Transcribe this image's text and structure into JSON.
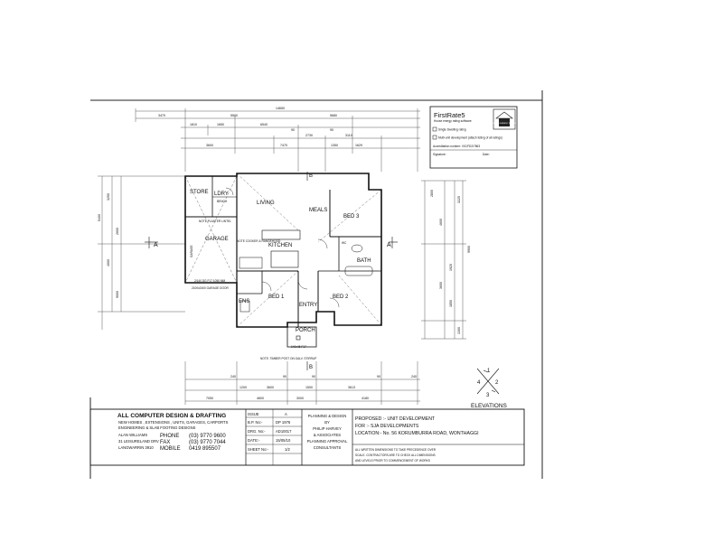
{
  "firstrate": {
    "title": "FirstRate5",
    "subtitle": "House energy rating software",
    "option1": "Single Dwelling rating",
    "option2": "Multi-unit development (attach listing of all ratings)",
    "accreditation": "Accreditation number: VIC/FD2/7863",
    "signature_label": "Signature:",
    "date_label": "Date:",
    "stamp_text": "HOUSE ENERGY RATING"
  },
  "rooms": {
    "store": "STORE",
    "ldry": "LDRY",
    "bench": "BENCH",
    "living": "LIVING",
    "meals": "MEALS",
    "bed3": "BED 3",
    "kitchen": "KITCHEN",
    "garage": "GARAGE",
    "garage_side": "GARAGE",
    "bath": "BATH",
    "bed1": "BED 1",
    "bed2": "BED 2",
    "entry": "ENTRY",
    "ens": "ENS",
    "porch": "PORCH",
    "wc": "WC"
  },
  "notes": {
    "plaster": "NOTE PLASTER LINTEL",
    "cooker": "NOTE COOKER & RANGEHOOD",
    "timber_post": "NOTE: TIMBER POST ON GALV. STIRRUP",
    "garage_door": "2100x2400 GARAGE DOOR",
    "lintel": "2/140 DG F17 1050 MM",
    "porch_lintel": "140x45 F17"
  },
  "section_marks": {
    "a": "A",
    "b": "B",
    "b_bottom": "B"
  },
  "dims_top": {
    "overall": "14650",
    "d1": "3470",
    "d2": "5500",
    "d3": "5680",
    "d4": "1810",
    "d5": "1650",
    "d6": "6540",
    "d7": "2730",
    "d8": "3110",
    "d9": "3600",
    "d10": "7470",
    "d11": "1350",
    "d12": "1629",
    "d13": "90",
    "d14": "90"
  },
  "dims_bottom": {
    "d1": "7050",
    "d2": "4600",
    "d3": "3000",
    "d4": "4180",
    "d5": "1200",
    "d6": "3600",
    "d7": "1500",
    "d8": "3613",
    "d9": "240",
    "d10": "90",
    "d11": "90",
    "d12": "90",
    "d13": "240"
  },
  "dims_left": {
    "d1": "3250",
    "d2": "5400",
    "d3": "4000",
    "d4": "9000",
    "d5": "2600"
  },
  "dims_right": {
    "d1": "2800",
    "d2": "4600",
    "d3": "3600",
    "d4": "1920",
    "d5": "1850",
    "d6": "1300",
    "d7": "9900",
    "d8": "3225"
  },
  "elevations": {
    "label": "ELEVATIONS",
    "n1": "1",
    "n2": "2",
    "n3": "3",
    "n4": "4"
  },
  "title_block": {
    "company": "ALL COMPUTER DESIGN & DRAFTING",
    "services": "NEW HOMES , EXTENSIONS , UNITS, GARAGES, CARPORTS",
    "services2": "ENGINEERING & SLAB FOOTING DESIGNS",
    "person": "ALAN WILLIAMS",
    "addr1": "31 LEISURELAND DRV",
    "addr2": "LANGWARRIN 3910",
    "phone_label": "PHONE",
    "phone": "(03) 9770 9600",
    "fax_label": "FAX",
    "fax": "(03) 9770 7044",
    "mobile_label": "MOBILE",
    "mobile": "0419 895507",
    "issue_label": "ISSUE",
    "issue": "A",
    "bp_label": "B.P. No:-",
    "bp": "DP 1976",
    "drg_label": "DRG. No:-",
    "drg": "AD10017",
    "date_label": "DATE:-",
    "date": "15/05/10",
    "sheet_label": "SHEET No:-",
    "sheet": "1/2",
    "planning1": "PLANNING & DESIGN",
    "planning2": "BY",
    "planning3": "PHILIP HARVEY",
    "planning4": "& ASSOCIATES",
    "planning5": "PLANNING APPROVAL",
    "planning6": "CONSULTANTS",
    "proposed": "PROPOSED :- UNIT DEVELOPMENT",
    "for": "FOR :- SJA DEVELOPMENTS",
    "location": "LOCATION:- No. 56 KORUMBURRA ROAD, WONTHAGGI",
    "note1": "ALL WRITTEN DIMENSIONS TO TAKE PRECEDENCE OVER",
    "note2": "SCALE. CONTRACTORS ARE TO CHECK ALL DIMENSIONS",
    "note3": "AND LEVELS PRIOR TO COMMENCEMENT OF WORKS"
  }
}
